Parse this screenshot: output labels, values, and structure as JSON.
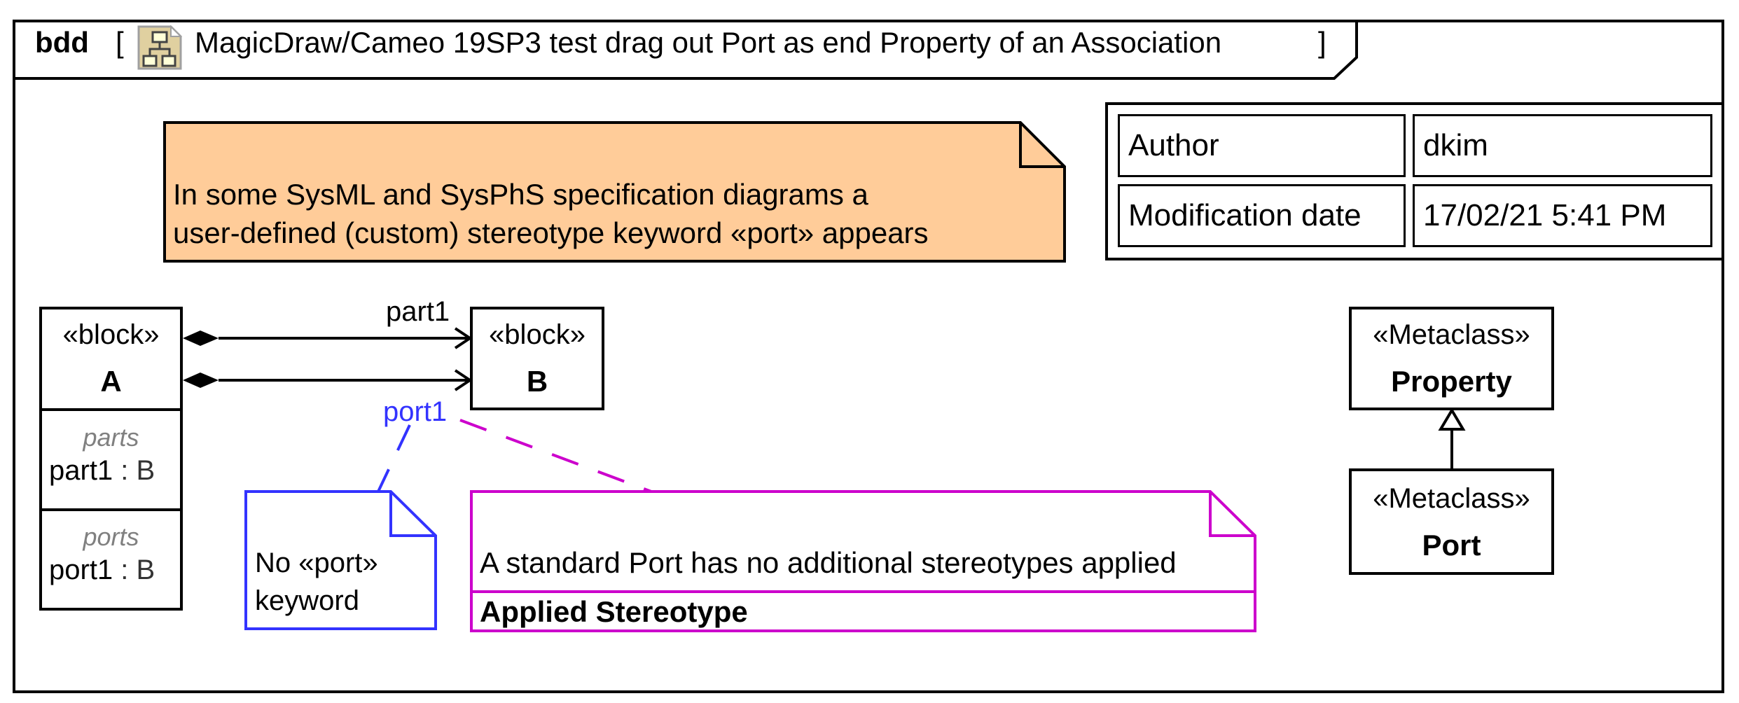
{
  "frame": {
    "kind": "bdd",
    "title_open": "[",
    "title": "MagicDraw/Cameo 19SP3 test drag out Port as end Property of an Association",
    "title_close": "]",
    "icon": "class-diagram-icon"
  },
  "comment_note": {
    "line1": "In some SysML and  SysPhS specification diagrams a",
    "line2": "user-defined (custom) stereotype keyword «port» appears",
    "fill": "#FFCC99"
  },
  "info_table": {
    "rows": [
      {
        "label": "Author",
        "value": "dkim"
      },
      {
        "label": "Modification date",
        "value": "17/02/21 5:41 PM"
      }
    ]
  },
  "block_a": {
    "stereotype": "«block»",
    "name": "A",
    "parts_label": "parts",
    "part": {
      "name": "part1",
      "sep": " : ",
      "type": "B"
    },
    "ports_label": "ports",
    "port": {
      "name": "port1",
      "sep": " : ",
      "type": "B"
    }
  },
  "block_b": {
    "stereotype": "«block»",
    "name": "B"
  },
  "associations": {
    "part_role": "part1",
    "port_role": "port1",
    "port_role_color": "#3333FF"
  },
  "blue_note": {
    "line1": "No «port»",
    "line2": "keyword",
    "color": "#3333FF"
  },
  "magenta_note": {
    "text": "A standard Port has no additional stereotypes applied",
    "compartment": "Applied Stereotype",
    "color": "#CC00CC"
  },
  "metaclass_property": {
    "stereotype": "«Metaclass»",
    "name": "Property"
  },
  "metaclass_port": {
    "stereotype": "«Metaclass»",
    "name": "Port"
  }
}
